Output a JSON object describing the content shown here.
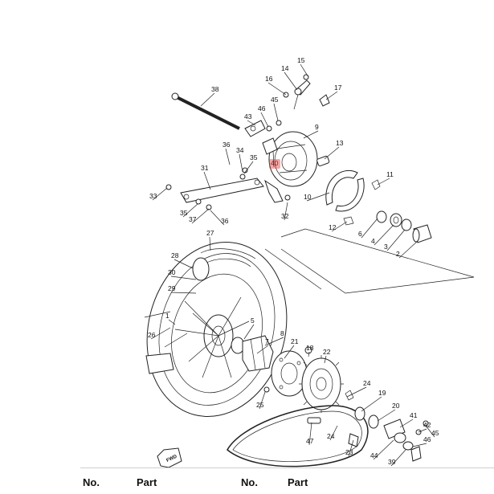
{
  "diagram": {
    "highlight_color": "#e63c3c",
    "highlighted_part": "40",
    "fwd_label": "FWD",
    "part_labels": [
      "1",
      "2",
      "3",
      "4",
      "5",
      "6",
      "7",
      "8",
      "9",
      "10",
      "11",
      "12",
      "13",
      "14",
      "15",
      "16",
      "17",
      "18",
      "19",
      "20",
      "21",
      "22",
      "23",
      "24",
      "25",
      "26",
      "27",
      "28",
      "29",
      "30",
      "31",
      "32",
      "33",
      "34",
      "35",
      "36",
      "37",
      "38",
      "39",
      "40",
      "41",
      "42",
      "43",
      "44",
      "45",
      "46",
      "47"
    ]
  },
  "footer": {
    "col1_a": "No.",
    "col1_b": "Part",
    "col2_a": "No.",
    "col2_b": "Part"
  }
}
